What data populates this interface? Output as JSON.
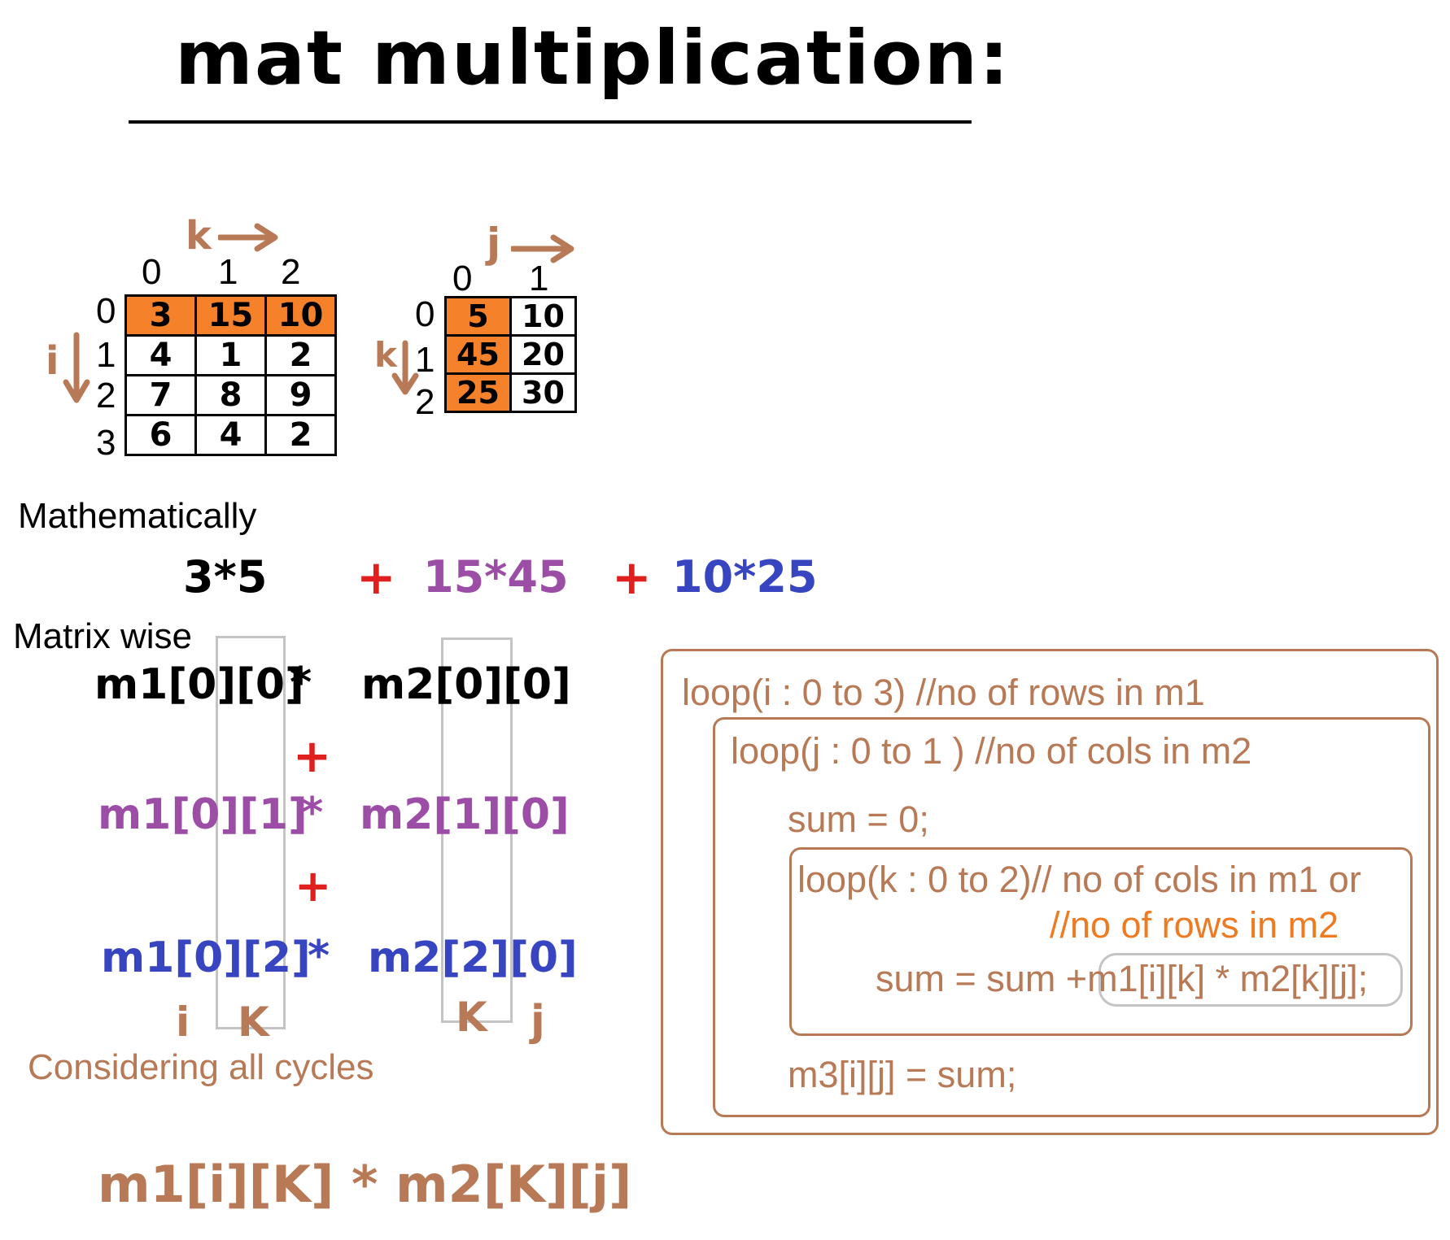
{
  "title": "mat multiplication:",
  "m1": {
    "label": "k",
    "row_label": "i",
    "col_index": [
      "0",
      "1",
      "2"
    ],
    "row_index": [
      "0",
      "1",
      "2",
      "3"
    ],
    "rows": [
      [
        "3",
        "15",
        "10"
      ],
      [
        "4",
        "1",
        "2"
      ],
      [
        "7",
        "8",
        "9"
      ],
      [
        "6",
        "4",
        "2"
      ]
    ],
    "highlight_row": 0
  },
  "m2": {
    "label": "j",
    "row_label": "k",
    "col_index": [
      "0",
      "1"
    ],
    "row_index": [
      "0",
      "1",
      "2"
    ],
    "rows": [
      [
        "5",
        "10"
      ],
      [
        "45",
        "20"
      ],
      [
        "25",
        "30"
      ]
    ],
    "highlight_col": 0
  },
  "sections": {
    "mathematically": "Mathematically",
    "matrix_wise": "Matrix wise",
    "considering": "Considering all cycles"
  },
  "math_expr": {
    "t1": "3*5",
    "plus1": "+",
    "t2": "15*45",
    "plus2": "+",
    "t3": "10*25"
  },
  "matrix_expr": {
    "line1_a": "m1[0][0]",
    "line1_op": "*",
    "line1_b": "m2[0][0]",
    "plus1": "+",
    "line2_a": "m1[0][1]",
    "line2_op": "*",
    "line2_b": "m2[1][0]",
    "plus2": "+",
    "line3_a": "m1[0][2]",
    "line3_op": "*",
    "line3_b": "m2[2][0]",
    "lab_i": "i",
    "lab_k1": "K",
    "lab_k2": "K",
    "lab_j": "j"
  },
  "general_expr": "m1[i][K] * m2[K][j]",
  "code": {
    "loop_i": "loop(i : 0 to 3) //no of rows in m1",
    "loop_j": "loop(j : 0 to 1 ) //no of cols in m2",
    "sum_init": "sum = 0;",
    "loop_k": "loop(k : 0 to 2)// no of cols in m1 or",
    "loop_k_cont": "//no of rows in m2",
    "sum_update_prefix": "sum = sum +",
    "sum_update_expr": "m1[i][k] * m2[k][j];",
    "assign": "m3[i][j] = sum;"
  }
}
